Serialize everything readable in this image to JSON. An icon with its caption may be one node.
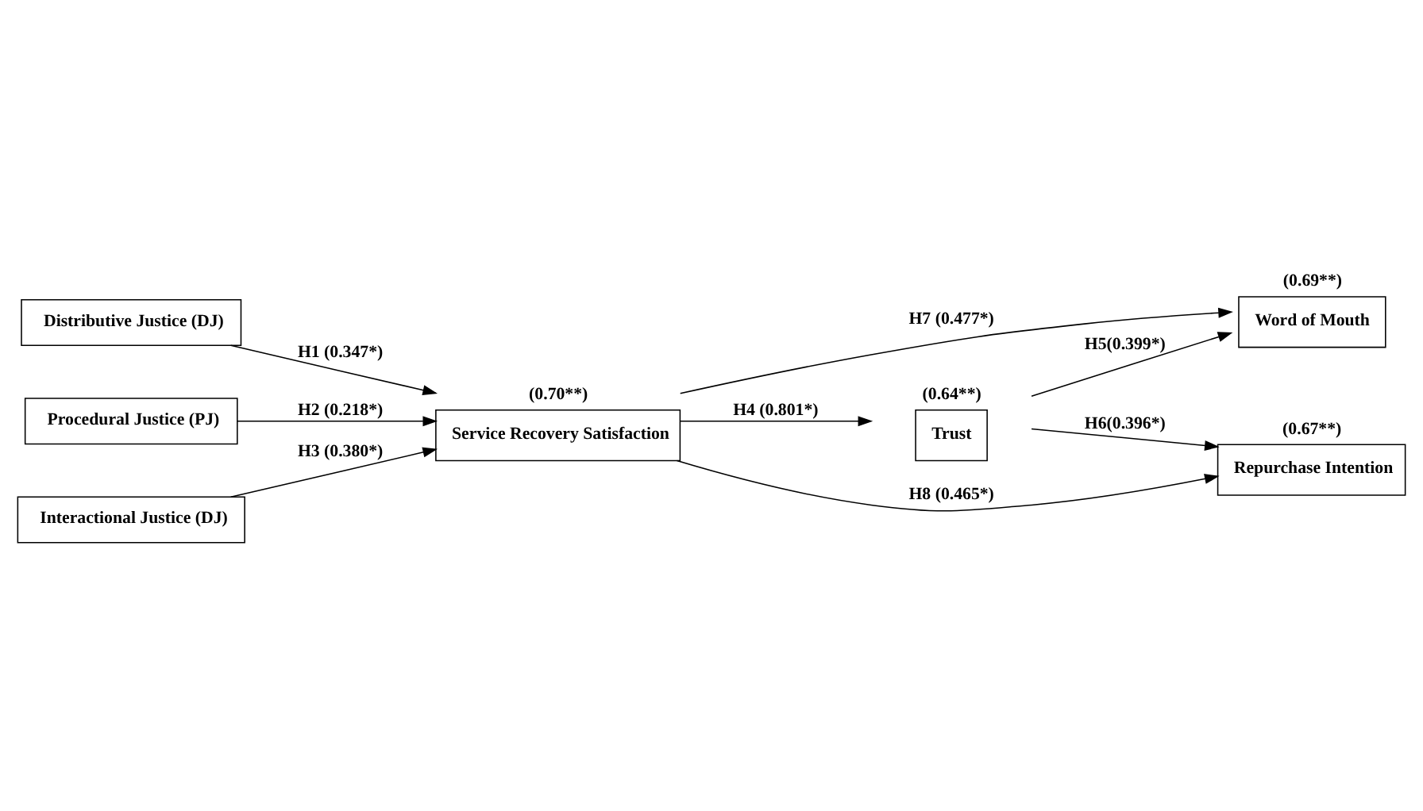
{
  "diagram": {
    "nodes": [
      {
        "text": [
          "Distributive Justice (DJ)"
        ]
      },
      {
        "text": [
          "Procedural Justice (PJ)"
        ]
      },
      {
        "text": [
          "Interactional Justice (DJ)"
        ]
      },
      {
        "text": [
          "Service Recovery Satisfaction"
        ],
        "beside": [
          "(0.70**)"
        ]
      },
      {
        "text": [
          "Trust"
        ],
        "beside": [
          "(0.64**)"
        ]
      },
      {
        "text": [
          "Word of Mouth"
        ],
        "beside": [
          "(0.69**)"
        ]
      },
      {
        "text": [
          "Repurchase Intention"
        ],
        "beside": [
          "(0.67**)"
        ]
      }
    ],
    "edges": [
      {
        "from": 0,
        "to": 3,
        "arrow": "to",
        "label": "H1 (0.347*)"
      },
      {
        "from": 1,
        "to": 3,
        "arrow": "to",
        "label": "H2 (0.218*)"
      },
      {
        "from": 2,
        "to": 3,
        "arrow": "to",
        "label": "H3 (0.380*)"
      },
      {
        "from": 3,
        "to": 5,
        "arrow": "to",
        "label": "H7 (0.477*)"
      },
      {
        "from": 3,
        "to": 4,
        "arrow": "to",
        "label": "H4 (0.801*)"
      },
      {
        "from": 3,
        "to": 6,
        "arrow": "to",
        "label": "H8 (0.465*)"
      },
      {
        "from": 4,
        "to": 5,
        "arrow": "to",
        "label": "H5(0.399*)"
      },
      {
        "from": 4,
        "to": 6,
        "arrow": "to",
        "label": "H6(0.396*)"
      }
    ]
  }
}
